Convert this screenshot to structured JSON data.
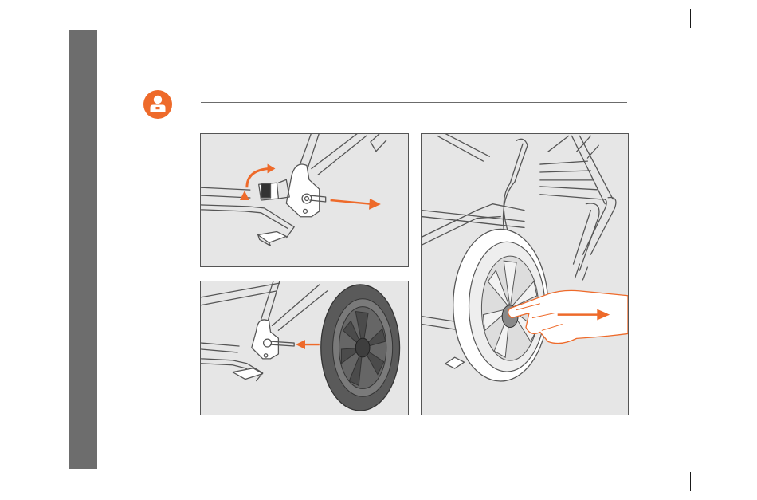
{
  "colors": {
    "accent": "#ee6a2a",
    "sidebar": "#6d6d6d",
    "panel_bg": "#e6e6e6",
    "line": "#555555"
  },
  "icons": {
    "header": "person-badge-icon"
  },
  "illustrations": [
    {
      "name": "rotate-lock-remove-axle",
      "arrows": [
        "rotate-arrow",
        "pull-arrow"
      ]
    },
    {
      "name": "insert-axle-into-wheel",
      "arrows": [
        "insert-arrow"
      ]
    },
    {
      "name": "pull-wheel-off",
      "arrows": [
        "pull-arrow"
      ]
    }
  ]
}
